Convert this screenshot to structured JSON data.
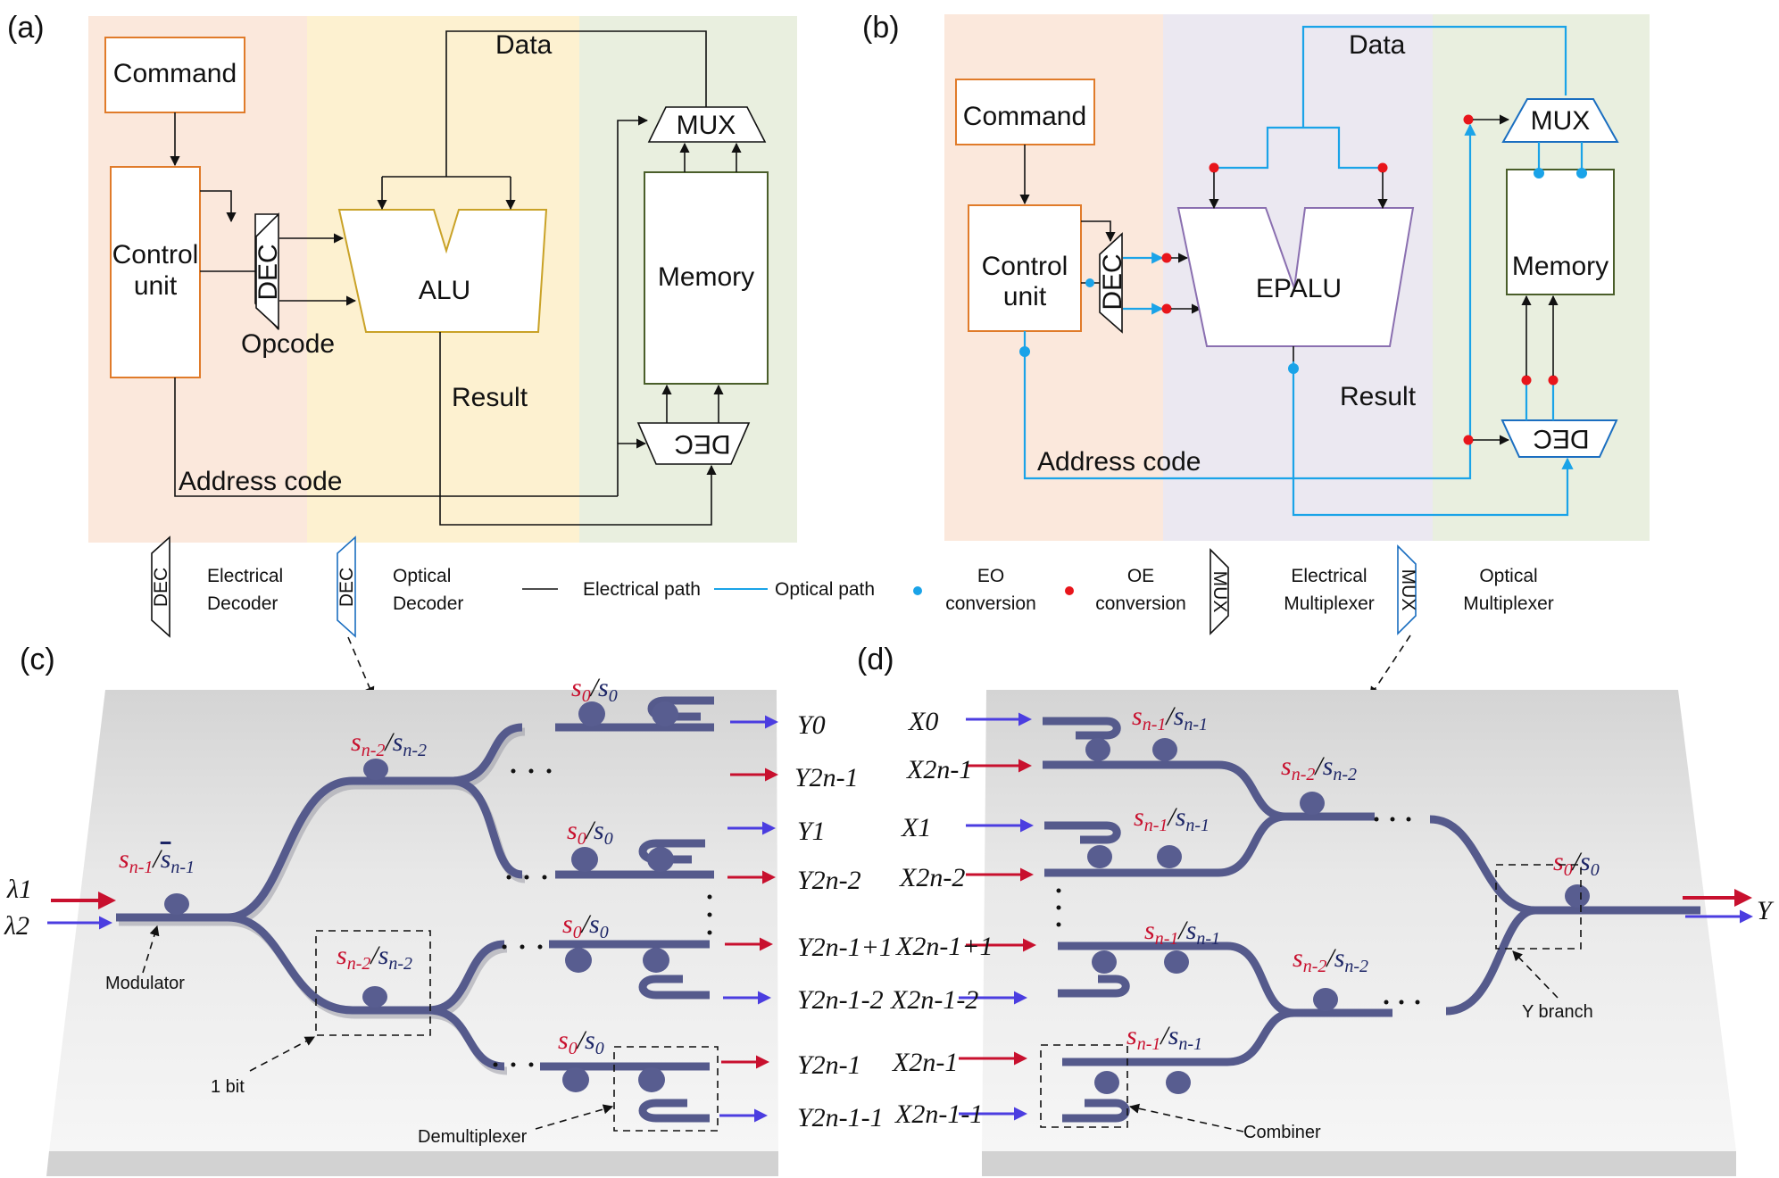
{
  "panels": {
    "a": {
      "label": "(a)",
      "command": "Command",
      "control_unit": [
        "Control",
        "unit"
      ],
      "dec": "DEC",
      "opcode": "Opcode",
      "alu": "ALU",
      "data": "Data",
      "mux": "MUX",
      "memory": "Memory",
      "result": "Result",
      "address_code": "Address code",
      "dec_mem": "DEC"
    },
    "b": {
      "label": "(b)",
      "command": "Command",
      "control_unit": [
        "Control",
        "unit"
      ],
      "dec": "DEC",
      "alu": "EPALU",
      "data": "Data",
      "mux": "MUX",
      "memory": "Memory",
      "result": "Result",
      "address_code": "Address code",
      "dec_mem": "DEC"
    },
    "c": {
      "label": "(c)",
      "inputs": [
        "λ1",
        "λ2"
      ],
      "modulator": "Modulator",
      "one_bit": "1 bit",
      "demultiplexer": "Demultiplexer",
      "ring_labels": [
        "s_{n-1}/s̄_{n-1}",
        "s_{n-2}/s̄_{n-2}",
        "s̄_{n-2}/s_{n-2}",
        "s_0/s̄_0",
        "s̄_0/s_0",
        "s_0/s̄_0",
        "s̄_0/s_0"
      ],
      "outputs": [
        "Y0",
        "Y2n-1",
        "Y1",
        "Y2n-2",
        "Y2n-1+1",
        "Y2n-1-2",
        "Y2n-1",
        "Y2n-1-1"
      ]
    },
    "d": {
      "label": "(d)",
      "inputs": [
        "X0",
        "X2n-1",
        "X1",
        "X2n-2",
        "X2n-1+1",
        "X2n-1-2",
        "X2n-1",
        "X2n-1-1"
      ],
      "ring_labels": [
        "s_{n-1}/s̄_{n-1}",
        "s̄_{n-1}/s_{n-1}",
        "s_{n-1}/s̄_{n-1}",
        "s̄_{n-1}/s_{n-1}",
        "s_{n-2}/s̄_{n-2}",
        "s̄_{n-2}/s_{n-2}",
        "s_0/s̄_0"
      ],
      "combiner": "Combiner",
      "y_branch": "Y branch",
      "output": "Y"
    }
  },
  "legend": [
    {
      "icon": "electrical-decoder-icon",
      "glyph": "DEC",
      "label": [
        "Electrical",
        "Decoder"
      ]
    },
    {
      "icon": "optical-decoder-icon",
      "glyph": "DEC",
      "label": [
        "Optical",
        "Decoder"
      ]
    },
    {
      "icon": "electrical-path-icon",
      "label": [
        "Electrical path"
      ]
    },
    {
      "icon": "optical-path-icon",
      "label": [
        "Optical path"
      ]
    },
    {
      "icon": "eo-dot-icon",
      "label": [
        "EO",
        "conversion"
      ]
    },
    {
      "icon": "oe-dot-icon",
      "label": [
        "OE",
        "conversion"
      ]
    },
    {
      "icon": "electrical-mux-icon",
      "glyph": "MUX",
      "label": [
        "Electrical",
        "Multiplexer"
      ]
    },
    {
      "icon": "optical-mux-icon",
      "glyph": "MUX",
      "label": [
        "Optical",
        "Multiplexer"
      ]
    }
  ],
  "colors": {
    "control_zone": "#fbe8dc",
    "alu_zone_a": "#fdf1d0",
    "alu_zone_b": "#ebe8f1",
    "memory_zone": "#e9efdf",
    "optical_path": "#1aa3e8",
    "eo_dot": "#1aa3e8",
    "oe_dot": "#e8151b",
    "waveguide": "#555a8c",
    "lambda1_arrow": "#c8102e",
    "lambda2_arrow": "#4b3de0"
  }
}
